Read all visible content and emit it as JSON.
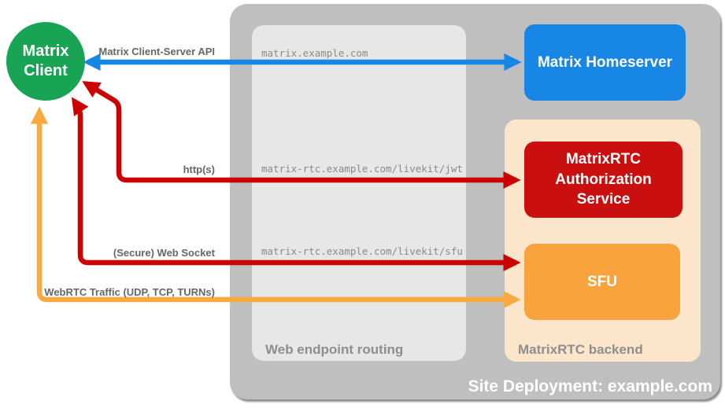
{
  "diagram": {
    "client": {
      "line1": "Matrix",
      "line2": "Client",
      "color": "#18A454"
    },
    "nodes": {
      "homeserver": {
        "label": "Matrix Homeserver",
        "color": "#1786E4"
      },
      "auth_service": {
        "label": "MatrixRTC Authorization Service",
        "color": "#C9100F"
      },
      "sfu": {
        "label": "SFU",
        "color": "#F8A33C"
      }
    },
    "containers": {
      "site": {
        "label": "Site Deployment: example.com",
        "color": "#BFBFBF"
      },
      "routing": {
        "label": "Web endpoint routing",
        "color": "#E7E7E7"
      },
      "backend": {
        "label": "MatrixRTC backend",
        "color": "#FCE6CB"
      }
    },
    "edges": [
      {
        "id": "client-server-api",
        "label": "Matrix Client-Server API",
        "route": "matrix.example.com",
        "color": "#1787E5",
        "bidirectional": true
      },
      {
        "id": "https",
        "label": "http(s)",
        "route": "matrix-rtc.example.com/livekit/jwt",
        "color": "#CC0000",
        "bidirectional": true
      },
      {
        "id": "websocket",
        "label": "(Secure) Web Socket",
        "route": "matrix-rtc.example.com/livekit/sfu",
        "color": "#CC0000",
        "bidirectional": true
      },
      {
        "id": "webrtc",
        "label": "WebRTC Traffic (UDP, TCP, TURNs)",
        "route": "",
        "color": "#F9A940",
        "bidirectional": true
      }
    ]
  }
}
